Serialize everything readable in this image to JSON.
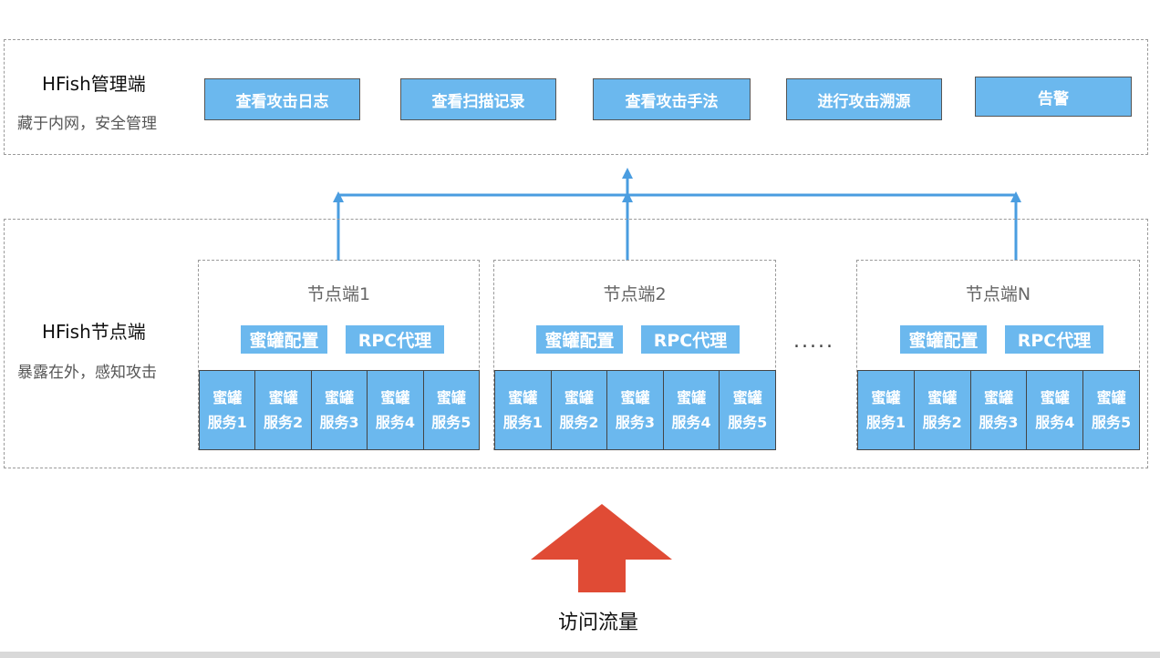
{
  "manager": {
    "title": "HFish管理端",
    "subtitle": "藏于内网，安全管理",
    "buttons": [
      "查看攻击日志",
      "查看扫描记录",
      "查看攻击手法",
      "进行攻击溯源",
      "告警"
    ]
  },
  "node_section": {
    "title": "HFish节点端",
    "subtitle": "暴露在外，感知攻击",
    "ellipsis": ".....",
    "nodes": [
      {
        "name": "节点端1",
        "tags": [
          "蜜罐配置",
          "RPC代理"
        ],
        "services": [
          {
            "line1": "蜜罐",
            "line2": "服务1"
          },
          {
            "line1": "蜜罐",
            "line2": "服务2"
          },
          {
            "line1": "蜜罐",
            "line2": "服务3"
          },
          {
            "line1": "蜜罐",
            "line2": "服务4"
          },
          {
            "line1": "蜜罐",
            "line2": "服务5"
          }
        ]
      },
      {
        "name": "节点端2",
        "tags": [
          "蜜罐配置",
          "RPC代理"
        ],
        "services": [
          {
            "line1": "蜜罐",
            "line2": "服务1"
          },
          {
            "line1": "蜜罐",
            "line2": "服务2"
          },
          {
            "line1": "蜜罐",
            "line2": "服务3"
          },
          {
            "line1": "蜜罐",
            "line2": "服务4"
          },
          {
            "line1": "蜜罐",
            "line2": "服务5"
          }
        ]
      },
      {
        "name": "节点端N",
        "tags": [
          "蜜罐配置",
          "RPC代理"
        ],
        "services": [
          {
            "line1": "蜜罐",
            "line2": "服务1"
          },
          {
            "line1": "蜜罐",
            "line2": "服务2"
          },
          {
            "line1": "蜜罐",
            "line2": "服务3"
          },
          {
            "line1": "蜜罐",
            "line2": "服务4"
          },
          {
            "line1": "蜜罐",
            "line2": "服务5"
          }
        ]
      }
    ]
  },
  "traffic": {
    "label": "访问流量"
  },
  "colors": {
    "box_fill": "#6bb8ee",
    "connector": "#4a9de0",
    "traffic_arrow": "#e04b35"
  }
}
